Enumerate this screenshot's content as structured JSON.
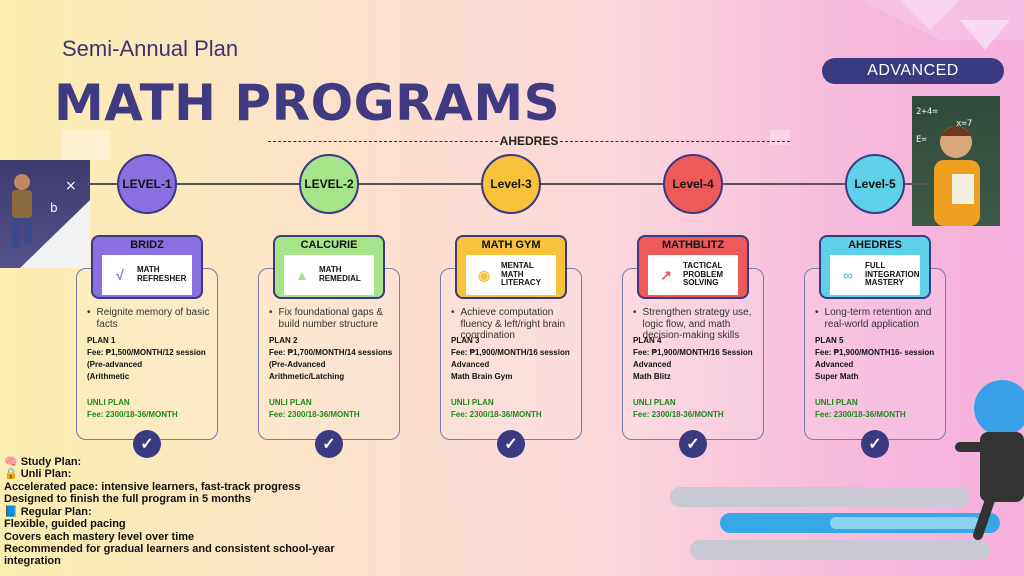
{
  "header": {
    "subtitle": "Semi-Annual Plan",
    "title": "MATH PROGRAMS",
    "track_name": "AHEDRES",
    "badge": "ADVANCED"
  },
  "levels": [
    {
      "label": "LEVEL-1",
      "color": "#8a6fe0",
      "x": 0
    },
    {
      "label": "LEVEL-2",
      "color": "#a6e48a",
      "x": 0
    },
    {
      "label": "Level-3",
      "color": "#f8c23a",
      "x": 0
    },
    {
      "label": "Level-4",
      "color": "#ee5a5a",
      "x": 0
    },
    {
      "label": "Level-5",
      "color": "#5ed0e8",
      "x": 0
    }
  ],
  "programs": [
    {
      "name": "BRIDZ",
      "head_color": "#8a6fe0",
      "logo_icon": "√",
      "logo_icon_name": "sqrt-icon",
      "logo_text": [
        "MATH",
        "REFRESHER"
      ],
      "bullet": "Reignite memory of basic facts",
      "plan_title": "PLAN 1",
      "plan_lines": [
        "Fee: ₱1,500/MONTH/12 session",
        "(Pre-advanced",
        "(Arithmetic"
      ],
      "unli_title": "UNLI PLAN",
      "unli_fee": "Fee: 2300/18-36/MONTH"
    },
    {
      "name": "CALCURIE",
      "head_color": "#a6e48a",
      "logo_icon": "▲",
      "logo_icon_name": "shapes-icon",
      "logo_text": [
        "MATH",
        "REMEDIAL"
      ],
      "bullet": "Fix foundational gaps & build number structure",
      "plan_title": "PLAN 2",
      "plan_lines": [
        "Fee: ₱1,700/MONTH/14 sessions",
        "(Pre-Advanced",
        "Arithmetic/Latching"
      ],
      "unli_title": "UNLI PLAN",
      "unli_fee": "Fee: 2300/18-36/MONTH"
    },
    {
      "name": "MATH GYM",
      "head_color": "#f8c23a",
      "logo_icon": "◉",
      "logo_icon_name": "brain-icon",
      "logo_text": [
        "MENTAL",
        "MATH",
        "LITERACY"
      ],
      "bullet": "Achieve computation fluency & left/right brain coordination",
      "plan_title": "PLAN 3",
      "plan_lines": [
        "Fee: ₱1,900/MONTH/16 session",
        "Advanced",
        "Math Brain Gym"
      ],
      "unli_title": "UNLI PLAN",
      "unli_fee": "Fee: 2300/18-36/MONTH"
    },
    {
      "name": "MATHBLITZ",
      "head_color": "#ee5a5a",
      "logo_icon": "↗",
      "logo_icon_name": "growth-arrow-icon",
      "logo_text": [
        "TACTICAL",
        "PROBLEM",
        "SOLVING"
      ],
      "bullet": "Strengthen strategy use, logic flow, and math decision-making skills",
      "plan_title": "PLAN 4",
      "plan_lines": [
        "Fee: ₱1,900/MONTH/16 Session",
        "Advanced",
        "Math Blitz"
      ],
      "unli_title": "UNLI PLAN",
      "unli_fee": "Fee: 2300/18-36/MONTH"
    },
    {
      "name": "AHEDRES",
      "head_color": "#5ed0e8",
      "logo_icon": "∞",
      "logo_icon_name": "infinity-icon",
      "logo_text": [
        "FULL",
        "INTEGRATION",
        "MASTERY"
      ],
      "bullet": "Long-term retention and real-world application",
      "plan_title": "PLAN 5",
      "plan_lines": [
        "Fee: ₱1,900/MONTH16- session",
        "Advanced",
        "Super Math"
      ],
      "unli_title": "UNLI PLAN",
      "unli_fee": "Fee: 2300/18-36/MONTH"
    }
  ],
  "check_glyph": "✓",
  "notes": {
    "study_plan": "Study Plan:",
    "unli_plan": "Unli Plan:",
    "unli_lines": [
      "Accelerated pace: intensive learners, fast-track progress",
      "Designed to finish the full program in 5 months"
    ],
    "regular_plan": "Regular Plan:",
    "regular_lines": [
      "Flexible, guided pacing",
      "Covers each mastery level over time",
      "Recommended for gradual learners and consistent school-year",
      "integration"
    ]
  }
}
